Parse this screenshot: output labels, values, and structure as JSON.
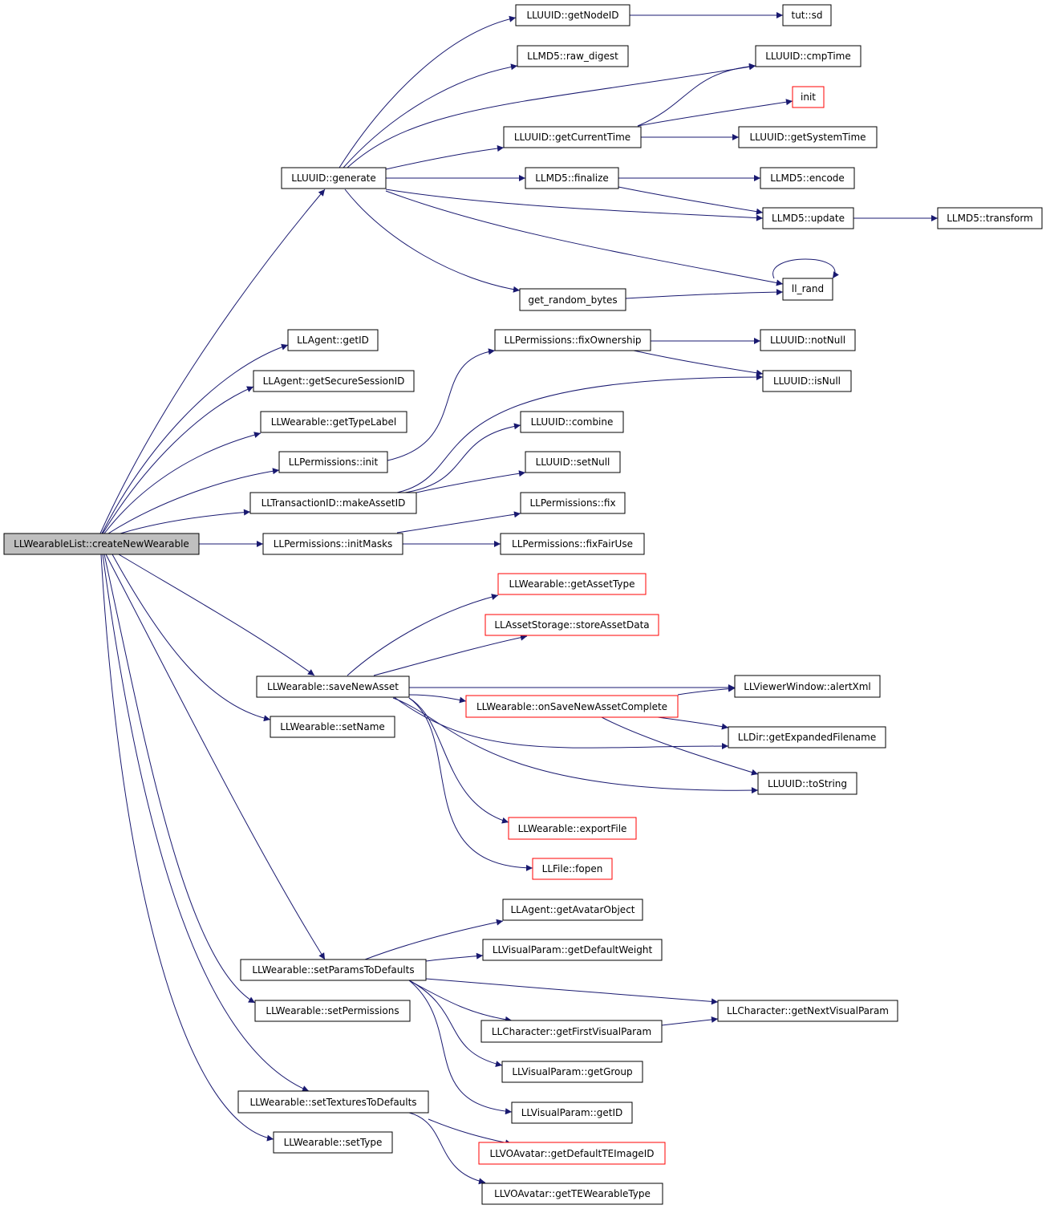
{
  "colors": {
    "edge": "#191970",
    "node_border": "#000000",
    "node_border_truncated": "#ff0000",
    "root_fill": "#bfbfbf",
    "node_fill": "#ffffff"
  },
  "nodes": {
    "root": "LLWearableList::createNewWearable",
    "generate": "LLUUID::generate",
    "getNodeID": "LLUUID::getNodeID",
    "tut_sd": "tut::sd",
    "raw_digest": "LLMD5::raw_digest",
    "cmpTime": "LLUUID::cmpTime",
    "init": "init",
    "getCurrentTime": "LLUUID::getCurrentTime",
    "getSystemTime": "LLUUID::getSystemTime",
    "finalize": "LLMD5::finalize",
    "encode": "LLMD5::encode",
    "update": "LLMD5::update",
    "transform": "LLMD5::transform",
    "ll_rand": "ll_rand",
    "get_random_bytes": "get_random_bytes",
    "agent_getID": "LLAgent::getID",
    "getSecureSessionID": "LLAgent::getSecureSessionID",
    "getTypeLabel": "LLWearable::getTypeLabel",
    "perm_init": "LLPermissions::init",
    "fixOwnership": "LLPermissions::fixOwnership",
    "notNull": "LLUUID::notNull",
    "isNull": "LLUUID::isNull",
    "combine": "LLUUID::combine",
    "setNull": "LLUUID::setNull",
    "makeAssetID": "LLTransactionID::makeAssetID",
    "perm_fix": "LLPermissions::fix",
    "initMasks": "LLPermissions::initMasks",
    "fixFairUse": "LLPermissions::fixFairUse",
    "getAssetType": "LLWearable::getAssetType",
    "storeAssetData": "LLAssetStorage::storeAssetData",
    "saveNewAsset": "LLWearable::saveNewAsset",
    "alertXml": "LLViewerWindow::alertXml",
    "onSaveNewAssetComplete": "LLWearable::onSaveNewAssetComplete",
    "setName": "LLWearable::setName",
    "getExpandedFilename": "LLDir::getExpandedFilename",
    "toString": "LLUUID::toString",
    "exportFile": "LLWearable::exportFile",
    "fopen": "LLFile::fopen",
    "getAvatarObject": "LLAgent::getAvatarObject",
    "getDefaultWeight": "LLVisualParam::getDefaultWeight",
    "setParamsToDefaults": "LLWearable::setParamsToDefaults",
    "getNextVisualParam": "LLCharacter::getNextVisualParam",
    "setPermissions": "LLWearable::setPermissions",
    "getFirstVisualParam": "LLCharacter::getFirstVisualParam",
    "getGroup": "LLVisualParam::getGroup",
    "vp_getID": "LLVisualParam::getID",
    "setTexturesToDefaults": "LLWearable::setTexturesToDefaults",
    "getDefaultTEImageID": "LLVOAvatar::getDefaultTEImageID",
    "setType": "LLWearable::setType",
    "getTEWearableType": "LLVOAvatar::getTEWearableType"
  }
}
